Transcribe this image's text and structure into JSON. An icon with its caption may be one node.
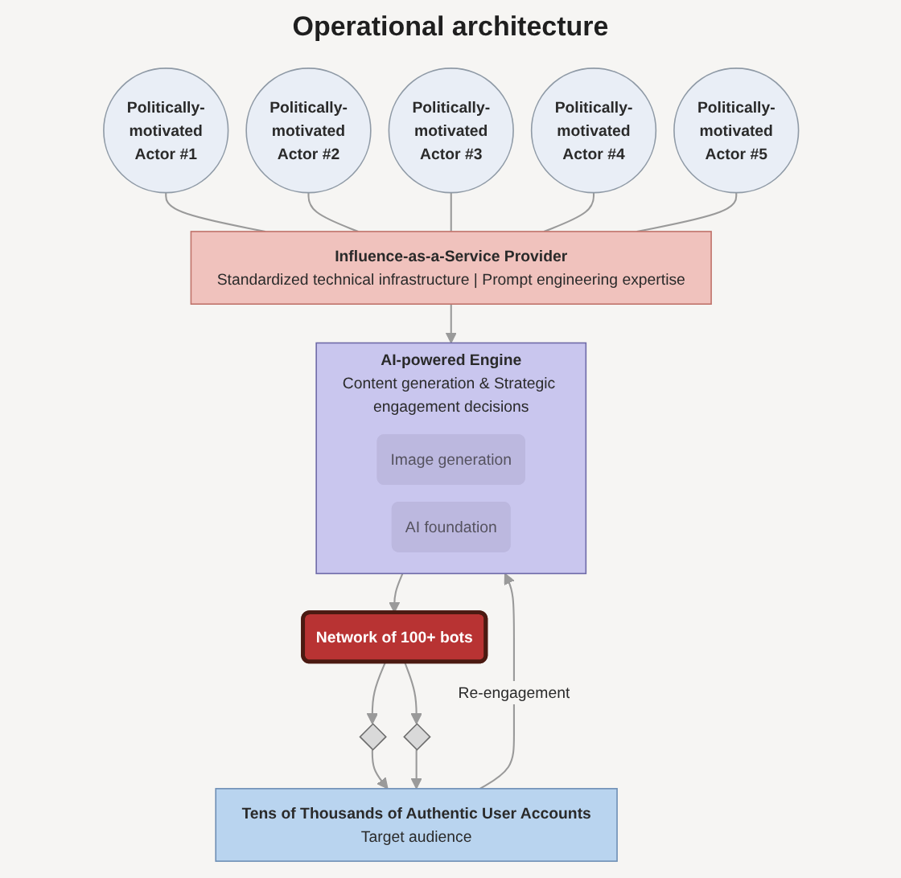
{
  "diagram": {
    "title": "Operational architecture",
    "nodes": [
      {
        "text": [
          "Politically-motivated Actor #1"
        ]
      },
      {
        "text": [
          "Politically-motivated Actor #2"
        ]
      },
      {
        "text": [
          "Politically-motivated Actor #3"
        ]
      },
      {
        "text": [
          "Politically-motivated Actor #4"
        ]
      },
      {
        "text": [
          "Politically-motivated Actor #5"
        ]
      },
      {
        "text": [
          "Influence-as-a-Service Provider",
          "Standardized technical infrastructure | Prompt engineering expertise"
        ]
      },
      {
        "text": [
          "AI-powered Engine",
          "Content generation & Strategic engagement decisions"
        ]
      },
      {
        "text": [
          "Image generation"
        ],
        "in": 6
      },
      {
        "text": [
          "AI foundation"
        ],
        "in": 6
      },
      {
        "text": [
          "Network of 100+ bots"
        ]
      },
      {
        "text": [],
        "shape": "diamond"
      },
      {
        "text": [],
        "shape": "diamond"
      },
      {
        "text": [
          "Tens of Thousands of Authentic User Accounts",
          "Target audience"
        ]
      }
    ],
    "edges": [
      {
        "from": 0,
        "to": 5,
        "arrow": "none"
      },
      {
        "from": 1,
        "to": 5,
        "arrow": "none"
      },
      {
        "from": 2,
        "to": 5,
        "arrow": "none"
      },
      {
        "from": 3,
        "to": 5,
        "arrow": "none"
      },
      {
        "from": 4,
        "to": 5,
        "arrow": "none"
      },
      {
        "from": 5,
        "to": 6,
        "arrow": "to"
      },
      {
        "from": 6,
        "to": 9,
        "arrow": "to"
      },
      {
        "from": 9,
        "to": 10,
        "arrow": "to"
      },
      {
        "from": 9,
        "to": 11,
        "arrow": "to"
      },
      {
        "from": 10,
        "to": 12,
        "arrow": "to"
      },
      {
        "from": 11,
        "to": 12,
        "arrow": "to"
      },
      {
        "from": 12,
        "to": 6,
        "label": "Re-engagement",
        "arrow": "to"
      }
    ]
  }
}
